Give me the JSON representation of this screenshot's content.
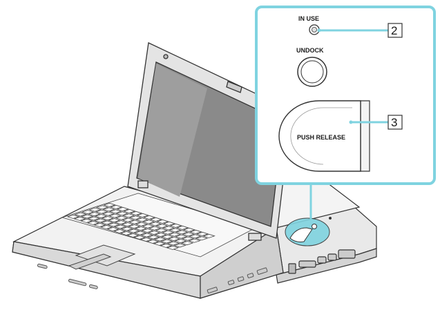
{
  "labels": {
    "in_use": "IN USE",
    "undock": "UNDOCK",
    "push_release": "PUSH RELEASE"
  },
  "callouts": [
    "2",
    "3"
  ],
  "colors": {
    "highlight": "#7fd3e0",
    "line": "#333333",
    "body": "#e6e6e6",
    "screen": "#8a8a8a"
  }
}
